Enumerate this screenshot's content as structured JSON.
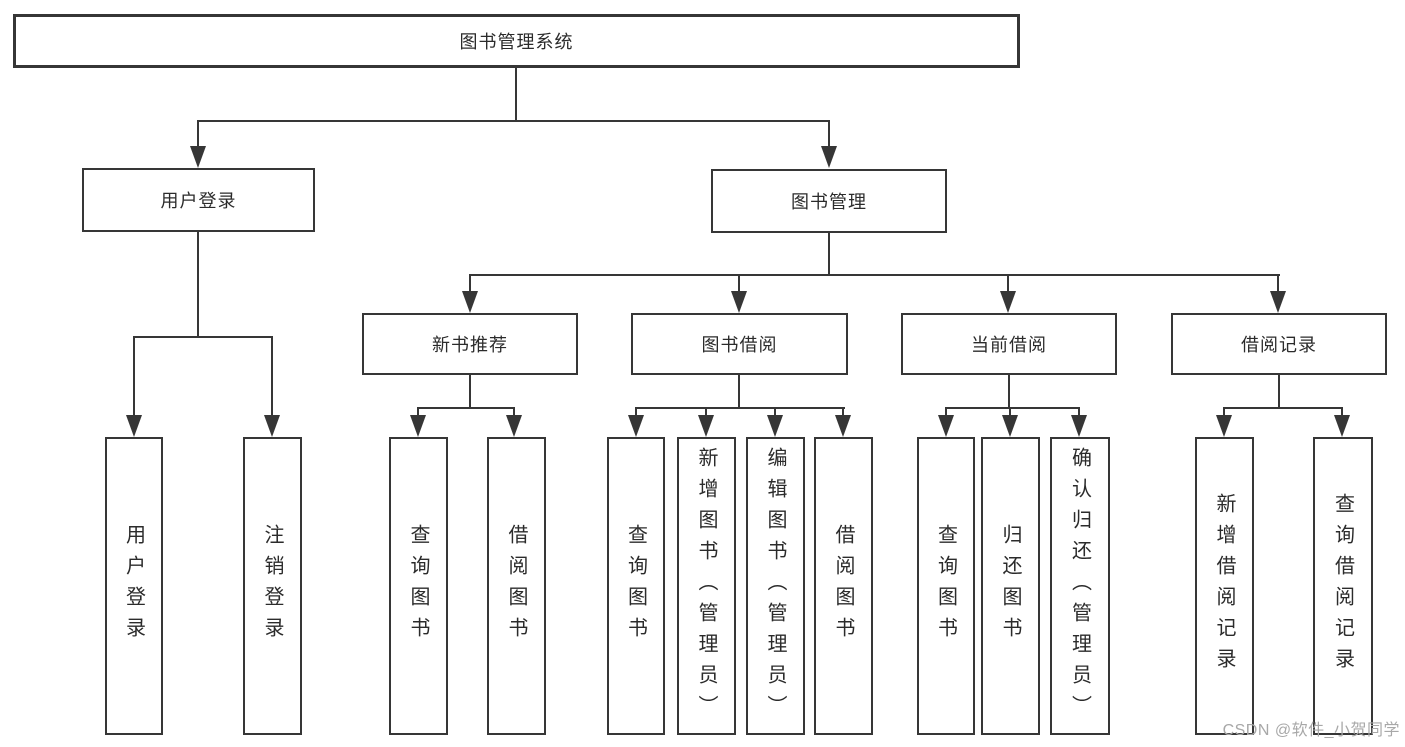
{
  "colors": {
    "line": "#363636",
    "text": "#2b2b2b",
    "background": "#ffffff",
    "watermark_text": "#a8a8a8"
  },
  "watermark": {
    "label": "CSDN @软件_小贺同学"
  },
  "tree": {
    "root": {
      "label": "图书管理系统"
    },
    "user_login": {
      "label": "用户登录",
      "children": [
        {
          "label": "用户登录"
        },
        {
          "label": "注销登录"
        }
      ]
    },
    "book_mgmt": {
      "label": "图书管理",
      "groups": [
        {
          "label": "新书推荐",
          "children": [
            {
              "label": "查询图书"
            },
            {
              "label": "借阅图书"
            }
          ]
        },
        {
          "label": "图书借阅",
          "children": [
            {
              "label": "查询图书"
            },
            {
              "label": "新增图书（管理员）"
            },
            {
              "label": "编辑图书（管理员）"
            },
            {
              "label": "借阅图书"
            }
          ]
        },
        {
          "label": "当前借阅",
          "children": [
            {
              "label": "查询图书"
            },
            {
              "label": "归还图书"
            },
            {
              "label": "确认归还（管理员）"
            }
          ]
        },
        {
          "label": "借阅记录",
          "children": [
            {
              "label": "新增借阅记录"
            },
            {
              "label": "查询借阅记录"
            }
          ]
        }
      ]
    }
  }
}
